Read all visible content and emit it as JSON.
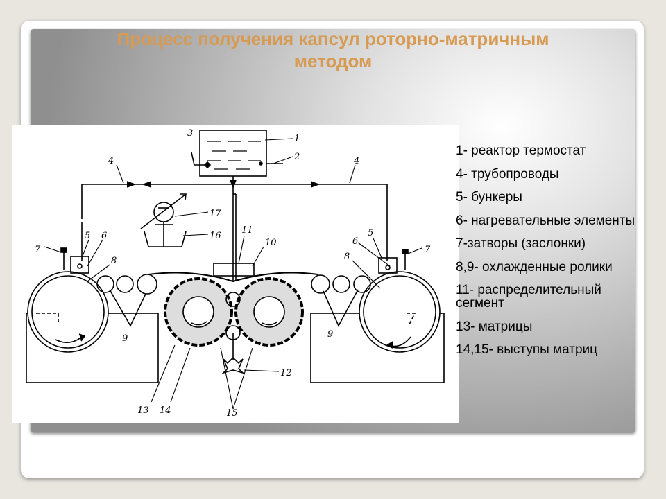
{
  "slide": {
    "title_line1": "Процесс получения капсул роторно-матричным",
    "title_line2": "методом"
  },
  "legend": [
    "1- реактор термостат",
    "4- трубопроводы",
    "5- бункеры",
    "6- нагревательные элементы",
    "7-затворы (заслонки)",
    "8,9- охлажденные ролики",
    "11- распределительный сегмент",
    "13- матрицы",
    "14,15- выступы матриц"
  ],
  "diagram": {
    "labels": {
      "n1": "1",
      "n2": "2",
      "n3": "3",
      "n4_left": "4",
      "n4_right": "4",
      "n5_left": "5",
      "n5_right": "5",
      "n6_left": "6",
      "n6_right": "6",
      "n7_left": "7",
      "n7_right": "7",
      "n8_left": "8",
      "n8_right": "8",
      "n9_left": "9",
      "n9_right": "9",
      "n10": "10",
      "n11": "11",
      "n12": "12",
      "n13": "13",
      "n14": "14",
      "n15": "15",
      "n16": "16",
      "n17": "17"
    }
  }
}
